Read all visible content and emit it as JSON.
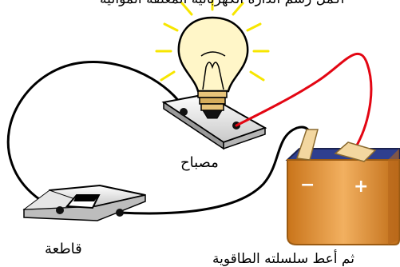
{
  "labels": {
    "lamp": "مصباح",
    "switch": "قاطعة",
    "top_caption": "أكمل رسم الدارة الكهربائية المغلقة الموالية",
    "bottom_caption": "ثم أعط سلسلته الطاقوية"
  },
  "battery": {
    "minus_sign": "−",
    "plus_sign": "+"
  },
  "colors": {
    "wire_black": "#000000",
    "wire_red": "#e30613",
    "battery_body": "#d9892a",
    "battery_top": "#2f3f8f",
    "terminal": "#f3d7a0",
    "glow": "#f7e600",
    "base_board": "#f0f0f0"
  },
  "icons": [
    "lightbulb-icon",
    "battery-icon",
    "switch-icon"
  ]
}
